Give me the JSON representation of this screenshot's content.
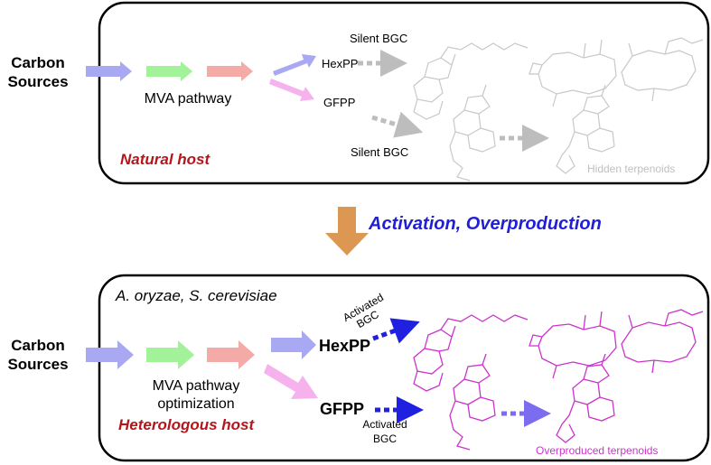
{
  "top_panel": {
    "carbon_line1": "Carbon",
    "carbon_line2": "Sources",
    "pathway": "MVA pathway",
    "host": "Natural host",
    "hexpp": "HexPP",
    "gfpp": "GFPP",
    "bgc_upper": "Silent BGC",
    "bgc_lower": "Silent BGC",
    "products": "Hidden terpenoids"
  },
  "transition": {
    "label": "Activation, Overproduction"
  },
  "bottom_panel": {
    "species": "A. oryzae, S. cerevisiae",
    "carbon_line1": "Carbon",
    "carbon_line2": "Sources",
    "pathway_line1": "MVA pathway",
    "pathway_line2": "optimization",
    "host": "Heterologous host",
    "hexpp": "HexPP",
    "gfpp": "GFPP",
    "bgc_upper_line1": "Activated",
    "bgc_upper_line2": "BGC",
    "bgc_lower_line1": "Activated",
    "bgc_lower_line2": "BGC",
    "products": "Overproduced terpenoids"
  },
  "colors": {
    "arrow_blue": "#a9a9f3",
    "arrow_green": "#a2f29a",
    "arrow_red": "#f4aaa7",
    "arrow_pink": "#f6b2ec",
    "host_red": "#b4161c",
    "activation_blue": "#1f1fd8",
    "orange_arrow": "#dc9852",
    "hidden_gray": "#c8c8c8",
    "magenta": "#cc33cc",
    "dotted_gray": "#bdbdbd",
    "dotted_blue": "#2020e0",
    "dotted_purple": "#7b6cf0"
  }
}
